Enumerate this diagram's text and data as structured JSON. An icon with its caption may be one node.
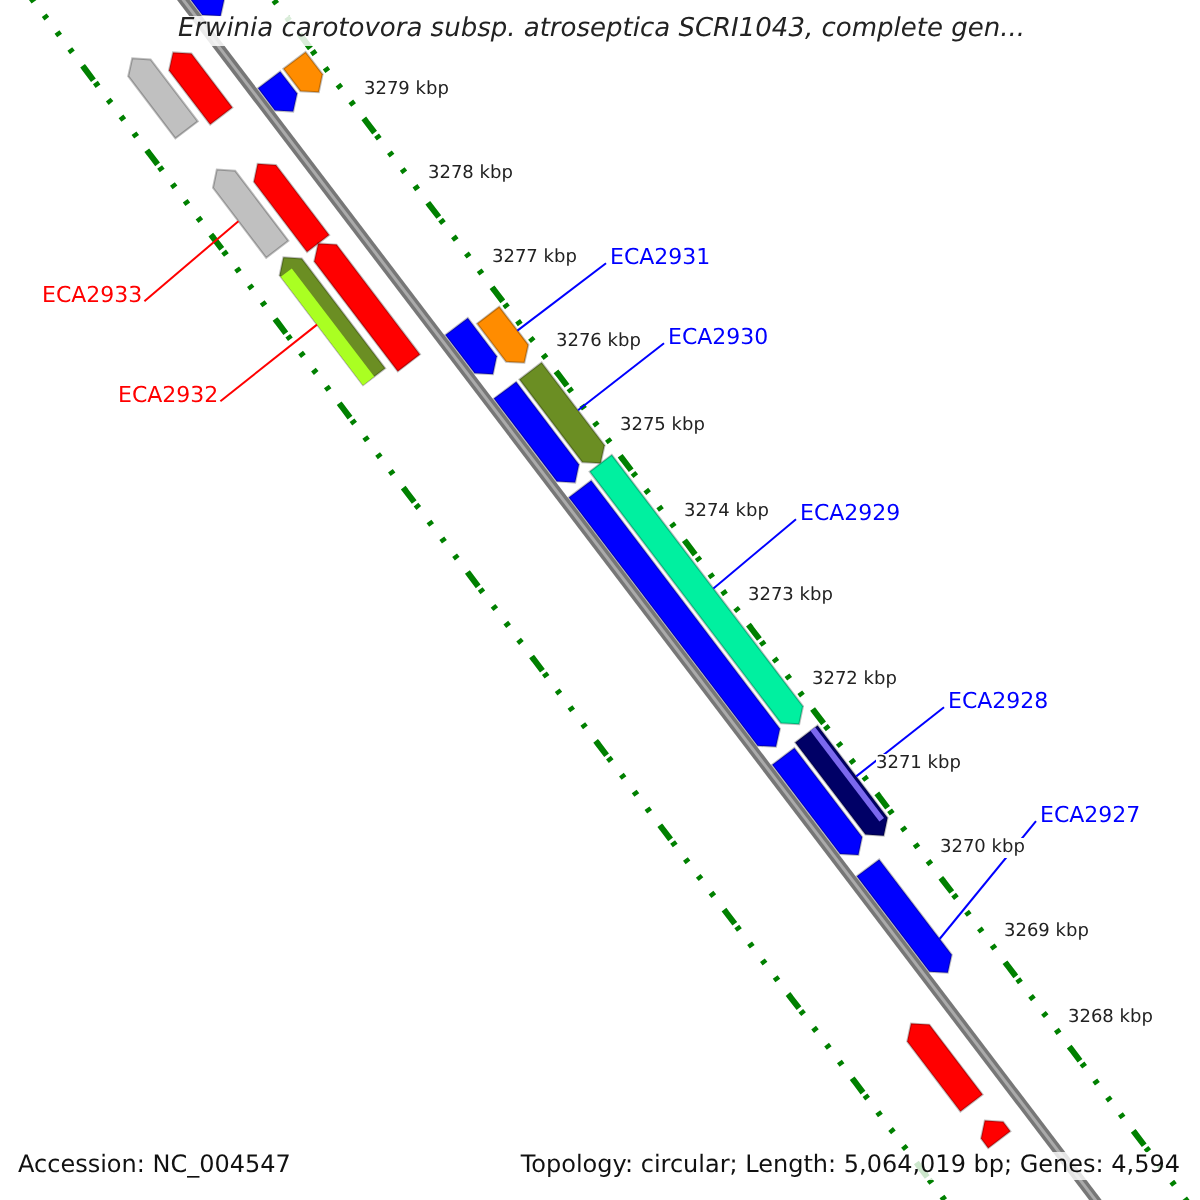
{
  "diagram": {
    "title": "Erwinia carotovora subsp. atroseptica SCRI1043, complete gen...",
    "nodes": [
      {
        "text": [
          "ECA2933"
        ]
      },
      {
        "text": [
          "ECA2932"
        ]
      },
      {
        "text": [
          "ECA2931"
        ]
      },
      {
        "text": [
          "ECA2930"
        ]
      },
      {
        "text": [
          "ECA2929"
        ]
      },
      {
        "text": [
          "ECA2928"
        ]
      },
      {
        "text": [
          "ECA2927"
        ]
      },
      {
        "text": [],
        "shape": "bar"
      },
      {
        "text": [],
        "shape": "bar"
      },
      {
        "text": [],
        "shape": "bar"
      },
      {
        "text": [],
        "shape": "bar"
      },
      {
        "text": [],
        "shape": "bar"
      },
      {
        "text": [],
        "shape": "bar"
      },
      {
        "text": [],
        "shape": "bar"
      },
      {
        "text": [],
        "shape": "bar"
      },
      {
        "text": [],
        "shape": "bar"
      },
      {
        "text": [],
        "shape": "bar"
      },
      {
        "text": [],
        "shape": "bar"
      },
      {
        "text": [],
        "shape": "bar"
      },
      {
        "text": [],
        "shape": "bar"
      },
      {
        "text": [],
        "shape": "bar"
      },
      {
        "text": [],
        "shape": "bar"
      },
      {
        "text": [],
        "shape": "bar"
      },
      {
        "text": [],
        "shape": "bar"
      },
      {
        "text": [],
        "shape": "bar"
      },
      {
        "text": [],
        "shape": "bar"
      },
      {
        "text": [],
        "shape": "bar"
      }
    ],
    "edges": [
      {
        "from": 0,
        "to": 12,
        "arrow": "none",
        "color": "#ff0000"
      },
      {
        "from": 1,
        "to": 14,
        "arrow": "none",
        "color": "#ff0000"
      },
      {
        "from": 2,
        "to": 17,
        "arrow": "none"
      },
      {
        "from": 3,
        "to": 19,
        "arrow": "none"
      },
      {
        "from": 4,
        "to": 20,
        "arrow": "none"
      },
      {
        "from": 5,
        "to": 22,
        "arrow": "none"
      },
      {
        "from": 6,
        "to": 24,
        "arrow": "none"
      }
    ],
    "labels": [
      "3279 kbp",
      "3278 kbp",
      "3277 kbp",
      "3276 kbp",
      "3275 kbp",
      "3274 kbp",
      "3273 kbp",
      "3272 kbp",
      "3271 kbp",
      "3270 kbp",
      "3269 kbp",
      "3268 kbp",
      "Accession: NC_004547",
      "Topology: circular; Length: 5,064,019 bp; Genes: 4,594"
    ]
  }
}
